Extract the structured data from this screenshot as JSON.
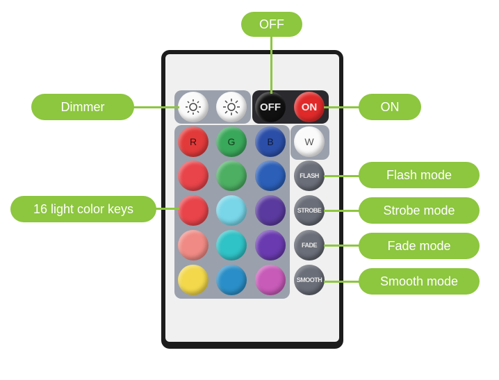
{
  "callouts": {
    "off": "OFF",
    "on": "ON",
    "dimmer": "Dimmer",
    "color_keys": "16 light color keys",
    "flash": "Flash mode",
    "strobe": "Strobe mode",
    "fade": "Fade mode",
    "smooth": "Smooth mode"
  },
  "remote": {
    "top_row": {
      "dim_down_icon": "brightness-down-icon",
      "dim_up_icon": "brightness-up-icon",
      "off_label": "OFF",
      "on_label": "ON"
    },
    "rgbw": [
      "R",
      "G",
      "B",
      "W"
    ],
    "modes": [
      "FLASH",
      "STROBE",
      "FADE",
      "SMOOTH"
    ]
  },
  "colors": {
    "accent": "#8dc63f",
    "remote_body": "#1c1c1c",
    "panel": "#9aa0ac",
    "key_rows": [
      [
        "#e23a3a",
        "#4caf62",
        "#2b5fb8"
      ],
      [
        "#e8444a",
        "#78d6e8",
        "#5a3a9e"
      ],
      [
        "#f08a84",
        "#2fc2c6",
        "#6a3ab0"
      ],
      [
        "#f2d84a",
        "#2a8fc8",
        "#c85ab8"
      ]
    ],
    "rgbw_colors": [
      "#e23a3a",
      "#3aa85a",
      "#2b4fa8",
      "#fafafa"
    ]
  }
}
